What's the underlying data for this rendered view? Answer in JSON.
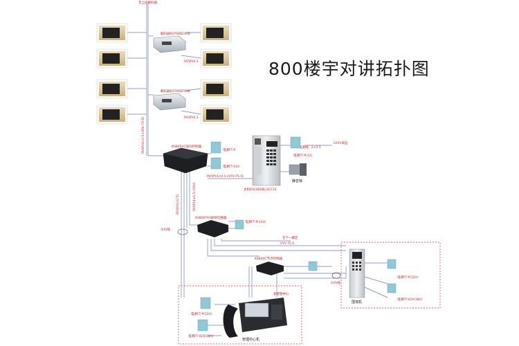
{
  "diagram": {
    "title": "800楼宇对讲拓扑图",
    "labels": {
      "top_arrow": "至上层解码器",
      "decoder_upper": "解码器KS790DF4/W",
      "decoder_lower": "解码器KS790DF4/W",
      "monitor_cable_1": "RVVP(0.3",
      "monitor_cable_2": "RVVP(0.3",
      "riser_cable": "RVVP(4×0.5+SYV-75-5)",
      "main_controller": "KS800VC层间控制器",
      "power_p": "电源FT-P",
      "power_v24": "电源FT-V24",
      "controller_cable": "RVVP(4×0.5+SYV-75-5)",
      "main_unit": "主机KSC8008L/3CF12",
      "power_p12": "电源FT-P(12)",
      "mains_cable": "电源线：2×2.5",
      "mains_voltage": "220V高压",
      "lock": "静音锁",
      "switch_a": "KS800TA1级地切换器",
      "power_p12b": "电源FT-P(12V)",
      "trunk_label": "3(0)线",
      "to_area": "至下一路区",
      "switch_c": "KS800C节点控制器",
      "syv_cable": "SYV-75-5",
      "guard_unit": "围墙机",
      "power_p12c": "电源FT-P(12V)",
      "power_v24c": "电源FT-V24(18V)",
      "guard_center": "管理中心机",
      "power_p12d": "电源FT-P(12V)",
      "power_v24d": "电源FT-V24(18V)",
      "center_label": "安管管中心",
      "mgmt_label": "管理中心机",
      "two_label": "2(0)线",
      "cable_a": "RVVP(4×0.5)",
      "cable_b": "RVVP(4×0.5+SYV)"
    }
  }
}
